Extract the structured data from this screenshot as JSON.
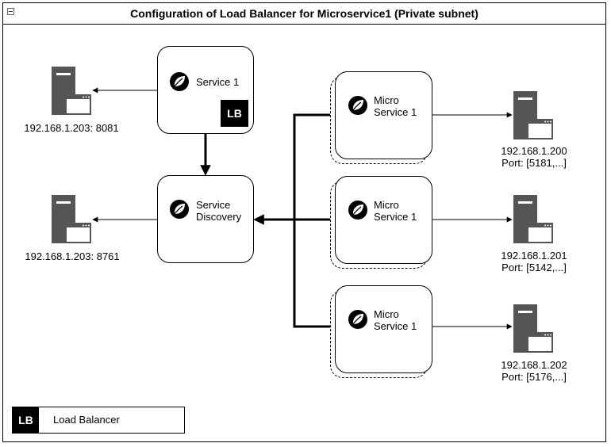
{
  "title": "Configuration of Load Balancer for Microservice1 (Private subnet)",
  "nodes": {
    "service1": {
      "label": "Service 1",
      "badge": "LB"
    },
    "discovery": {
      "label": "Service\nDiscovery"
    },
    "micro1": {
      "label": "Micro\nService 1"
    },
    "micro2": {
      "label": "Micro\nService 1"
    },
    "micro3": {
      "label": "Micro\nService 1"
    }
  },
  "servers": {
    "s1": {
      "label": "192.168.1.203: 8081"
    },
    "disc": {
      "label": "192.168.1.203: 8761"
    },
    "m1": {
      "label": "192.168.1.200\nPort: [5181,...]"
    },
    "m2": {
      "label": "192.168.1.201\nPort: [5142,...]"
    },
    "m3": {
      "label": "192.168.1.202\nPort: [5176,...]"
    }
  },
  "legend": {
    "badge": "LB",
    "text": "Load Balancer"
  },
  "icons": {
    "node": "spring-leaf-icon",
    "server": "server-icon",
    "collapse": "collapse-icon"
  },
  "colors": {
    "line": "#000000",
    "server": "#555555",
    "badge": "#000000"
  }
}
